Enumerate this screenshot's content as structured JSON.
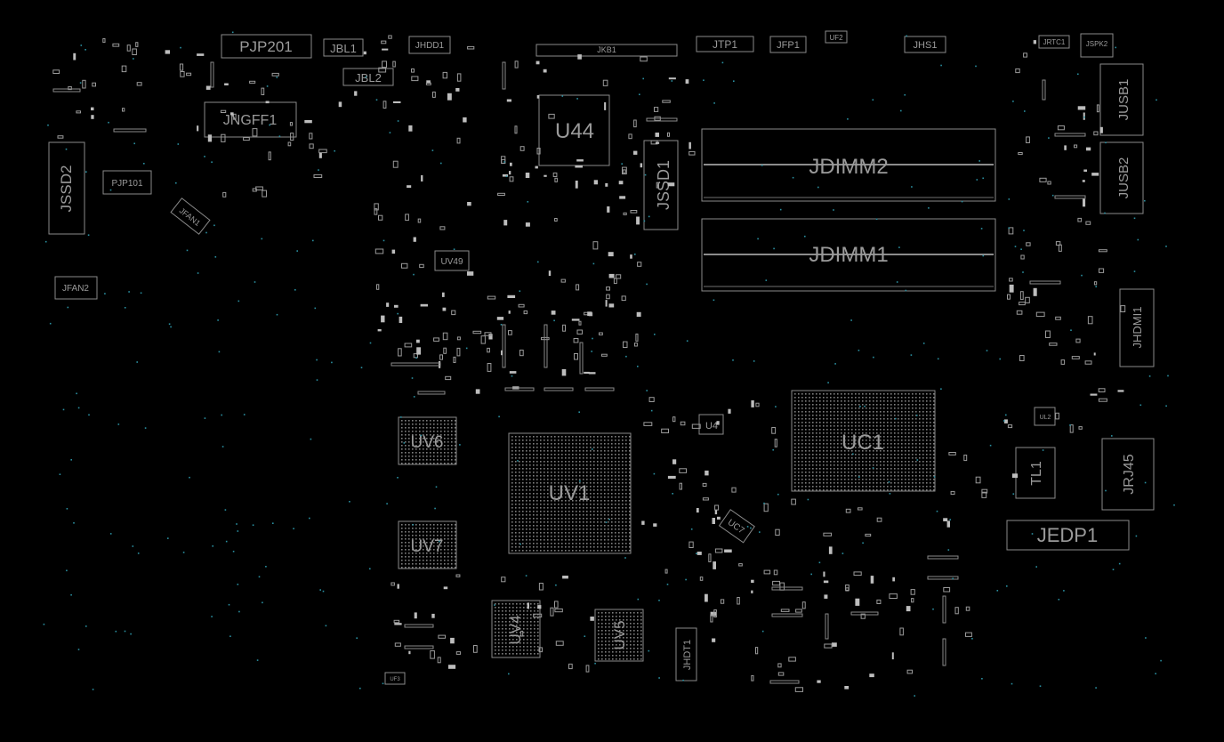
{
  "board": {
    "components": {
      "pjp201": "PJP201",
      "jbl1": "JBL1",
      "jbl2": "JBL2",
      "jhdd1": "JHDD1",
      "jkb1": "JKB1",
      "jtp1": "JTP1",
      "jfp1": "JFP1",
      "uf2": "UF2",
      "jhs1": "JHS1",
      "jrtc1": "JRTC1",
      "jspk2": "JSPK2",
      "jusb1": "JUSB1",
      "jusb2": "JUSB2",
      "jngff1": "JNGFF1",
      "u44": "U44",
      "jssd1": "JSSD1",
      "jssd2": "JSSD2",
      "pjp101": "PJP101",
      "jfan1": "JFAN1",
      "jfan2": "JFAN2",
      "jdimm2": "JDIMM2",
      "jdimm1": "JDIMM1",
      "jhdmi1": "JHDMI1",
      "uv49": "UV49",
      "uv6": "UV6",
      "uv7": "UV7",
      "uv1": "UV1",
      "uv4": "UV4",
      "uv5": "UV5",
      "u4": "U4",
      "uc1": "UC1",
      "uc7": "UC7",
      "tl1": "TL1",
      "jrj45": "JRJ45",
      "jedp1": "JEDP1",
      "jhdt1": "JHDT1",
      "ul2": "UL2",
      "uf3": "UF3"
    }
  }
}
